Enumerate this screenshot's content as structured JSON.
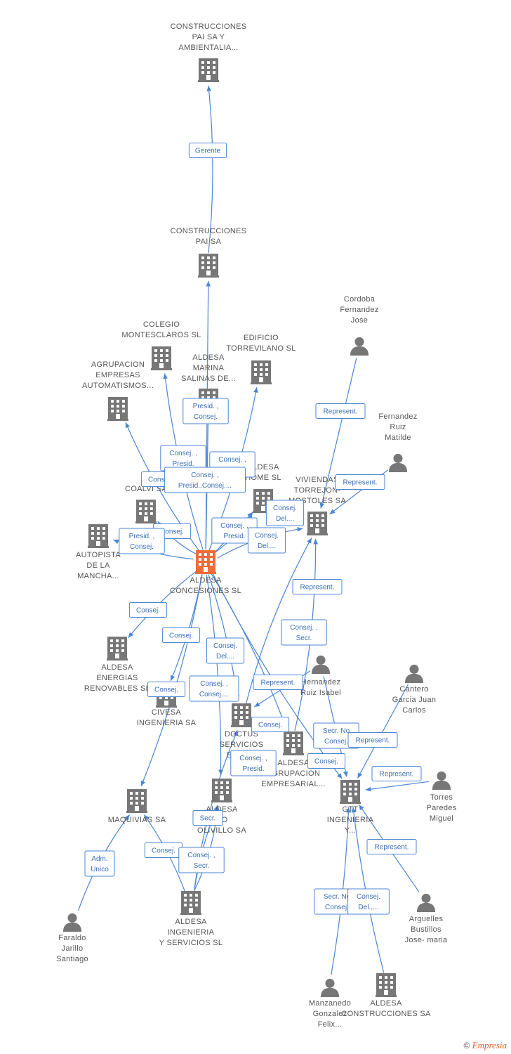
{
  "colors": {
    "edge": "#4a86d4",
    "company": "#777777",
    "focus": "#f26b3a",
    "person": "#777777",
    "label": "#555555"
  },
  "nodes": [
    {
      "id": "paisa_amb",
      "type": "company",
      "lines": [
        "CONSTRUCCIONES",
        "PAI SA Y",
        "AMBIENTALIA..."
      ]
    },
    {
      "id": "paisa",
      "type": "company",
      "lines": [
        "CONSTRUCCIONES",
        "PAI SA"
      ]
    },
    {
      "id": "colegio",
      "type": "company",
      "lines": [
        "COLEGIO",
        "MONTESCLAROS SL"
      ]
    },
    {
      "id": "edificio",
      "type": "company",
      "lines": [
        "EDIFICIO",
        "TORREVILANO SL"
      ]
    },
    {
      "id": "agrupacion",
      "type": "company",
      "lines": [
        "AGRUPACION",
        "EMPRESAS",
        "AUTOMATISMOS..."
      ]
    },
    {
      "id": "marina",
      "type": "company",
      "lines": [
        "ALDESA",
        "MARINA",
        "SALINAS DE..."
      ]
    },
    {
      "id": "coalvi",
      "type": "company",
      "lines": [
        "COALVI SA"
      ]
    },
    {
      "id": "home",
      "type": "company",
      "lines": [
        "ALDESA",
        "HOME SL"
      ]
    },
    {
      "id": "autopista",
      "type": "company",
      "lines": [
        "AUTOPISTA",
        "DE LA",
        "MANCHA..."
      ]
    },
    {
      "id": "viviendas",
      "type": "company",
      "lines": [
        "VIVIENDAS",
        "TORREJON-",
        "MOSTOLES SA"
      ]
    },
    {
      "id": "concesiones",
      "type": "focus",
      "lines": [
        "ALDESA",
        "CONCESIONES SL"
      ]
    },
    {
      "id": "energias",
      "type": "company",
      "lines": [
        "ALDESA",
        "ENERGIAS",
        "RENOVABLES SL"
      ]
    },
    {
      "id": "civesa",
      "type": "company",
      "lines": [
        "CIVESA",
        "INGENIERIA SA"
      ]
    },
    {
      "id": "doctus",
      "type": "company",
      "lines": [
        "DOCTUS",
        "SERVICIOS",
        "EDUC..."
      ]
    },
    {
      "id": "agrup_emp",
      "type": "company",
      "lines": [
        "ALDESA",
        "AGRUPACION",
        "EMPRESARIAL..."
      ]
    },
    {
      "id": "olivillo",
      "type": "company",
      "lines": [
        "ALDESA",
        "CO",
        "OLIVILLO SA"
      ]
    },
    {
      "id": "maquivias",
      "type": "company",
      "lines": [
        "MAQUIVIAS SA"
      ]
    },
    {
      "id": "ingenieria",
      "type": "company",
      "lines": [
        "ALDESA",
        "INGENIERIA",
        "Y SERVICIOS SL"
      ]
    },
    {
      "id": "gtt",
      "type": "company",
      "lines": [
        "GTT",
        "INGENIERIA",
        "Y..."
      ]
    },
    {
      "id": "construcciones_sa",
      "type": "company",
      "lines": [
        "ALDESA",
        "CONSTRUCCIONES SA"
      ]
    },
    {
      "id": "cordoba",
      "type": "person",
      "lines": [
        "Cordoba",
        "Fernandez",
        "Jose"
      ]
    },
    {
      "id": "fernandez_ruiz",
      "type": "person",
      "lines": [
        "Fernandez",
        "Ruiz",
        "Matilde"
      ]
    },
    {
      "id": "hernandez",
      "type": "person",
      "lines": [
        "Hernandez",
        "Ruiz Isabel"
      ]
    },
    {
      "id": "cantero",
      "type": "person",
      "lines": [
        "Cantero",
        "Garcia Juan",
        "Carlos"
      ]
    },
    {
      "id": "torres",
      "type": "person",
      "lines": [
        "Torres",
        "Paredes",
        "Miguel"
      ]
    },
    {
      "id": "arguelles",
      "type": "person",
      "lines": [
        "Arguelles",
        "Bustillos",
        "Jose- maria"
      ]
    },
    {
      "id": "faraldo",
      "type": "person",
      "lines": [
        "Faraldo",
        "Jarillo",
        "Santiago"
      ]
    },
    {
      "id": "manzanedo",
      "type": "person",
      "lines": [
        "Manzanedo",
        "Gonzalez",
        "Felix..."
      ]
    }
  ],
  "edge_labels": [
    {
      "id": "l_gerente",
      "lines": [
        "Gerente"
      ]
    },
    {
      "id": "l_presid_marina",
      "lines": [
        "Presid. ,",
        "Consej."
      ]
    },
    {
      "id": "l_consej_colegio",
      "lines": [
        "Consej. ,",
        "Presid."
      ]
    },
    {
      "id": "l_consej_edif",
      "lines": [
        "Consej. ,",
        "Presid."
      ]
    },
    {
      "id": "l_consej_agrup",
      "lines": [
        "Consej."
      ]
    },
    {
      "id": "l_consej_paisa",
      "lines": [
        "Consej. ,",
        "Presid.,Consej...."
      ]
    },
    {
      "id": "l_presid_autop",
      "lines": [
        "Presid. ,",
        "Consej."
      ]
    },
    {
      "id": "l_consej_coalvi",
      "lines": [
        "Consej."
      ]
    },
    {
      "id": "l_consej_home",
      "lines": [
        "Consej. ,",
        "Presid."
      ]
    },
    {
      "id": "l_consdel_viv",
      "lines": [
        "Consej.",
        "Del...."
      ]
    },
    {
      "id": "l_consdel_home",
      "lines": [
        "Consej.",
        "Del...."
      ]
    },
    {
      "id": "l_rep_cordoba",
      "lines": [
        "Represent."
      ]
    },
    {
      "id": "l_rep_fernandez",
      "lines": [
        "Represent."
      ]
    },
    {
      "id": "l_consej_energias",
      "lines": [
        "Consej."
      ]
    },
    {
      "id": "l_consej_civesa",
      "lines": [
        "Consej."
      ]
    },
    {
      "id": "l_consdel_doctus",
      "lines": [
        "Consej.",
        "Del...."
      ]
    },
    {
      "id": "l_rep_viv",
      "lines": [
        "Represent."
      ]
    },
    {
      "id": "l_secr_viv",
      "lines": [
        "Consej. ,",
        "Secr."
      ]
    },
    {
      "id": "l_consej_maquivias",
      "lines": [
        "Consej."
      ]
    },
    {
      "id": "l_consej_olivillo",
      "lines": [
        "Consej. ,",
        "Consej...."
      ]
    },
    {
      "id": "l_rep_hernandez",
      "lines": [
        "Represent."
      ]
    },
    {
      "id": "l_consej_agrupemp",
      "lines": [
        "Consej."
      ]
    },
    {
      "id": "l_secrno_gtt",
      "lines": [
        "Secr.  No",
        "Consej."
      ]
    },
    {
      "id": "l_rep_cantero",
      "lines": [
        "Represent."
      ]
    },
    {
      "id": "l_consej_presid",
      "lines": [
        "Consej. ,",
        "Presid."
      ]
    },
    {
      "id": "l_consej_gtt",
      "lines": [
        "Consej."
      ]
    },
    {
      "id": "l_rep_torres",
      "lines": [
        "Represent."
      ]
    },
    {
      "id": "l_secr_olivillo",
      "lines": [
        "Secr."
      ]
    },
    {
      "id": "l_adm_unico",
      "lines": [
        "Adm.",
        "Unico"
      ]
    },
    {
      "id": "l_consej_ing",
      "lines": [
        "Consej."
      ]
    },
    {
      "id": "l_consej_secr",
      "lines": [
        "Consej. ,",
        "Secr."
      ]
    },
    {
      "id": "l_rep_arguelles",
      "lines": [
        "Represent."
      ]
    },
    {
      "id": "l_secrno_manz",
      "lines": [
        "Secr.  No",
        "Consej."
      ]
    },
    {
      "id": "l_consdel_cons",
      "lines": [
        "Consej.",
        "Del.,..."
      ]
    }
  ],
  "footer": {
    "copyright": "©",
    "brand": "Empresia"
  }
}
